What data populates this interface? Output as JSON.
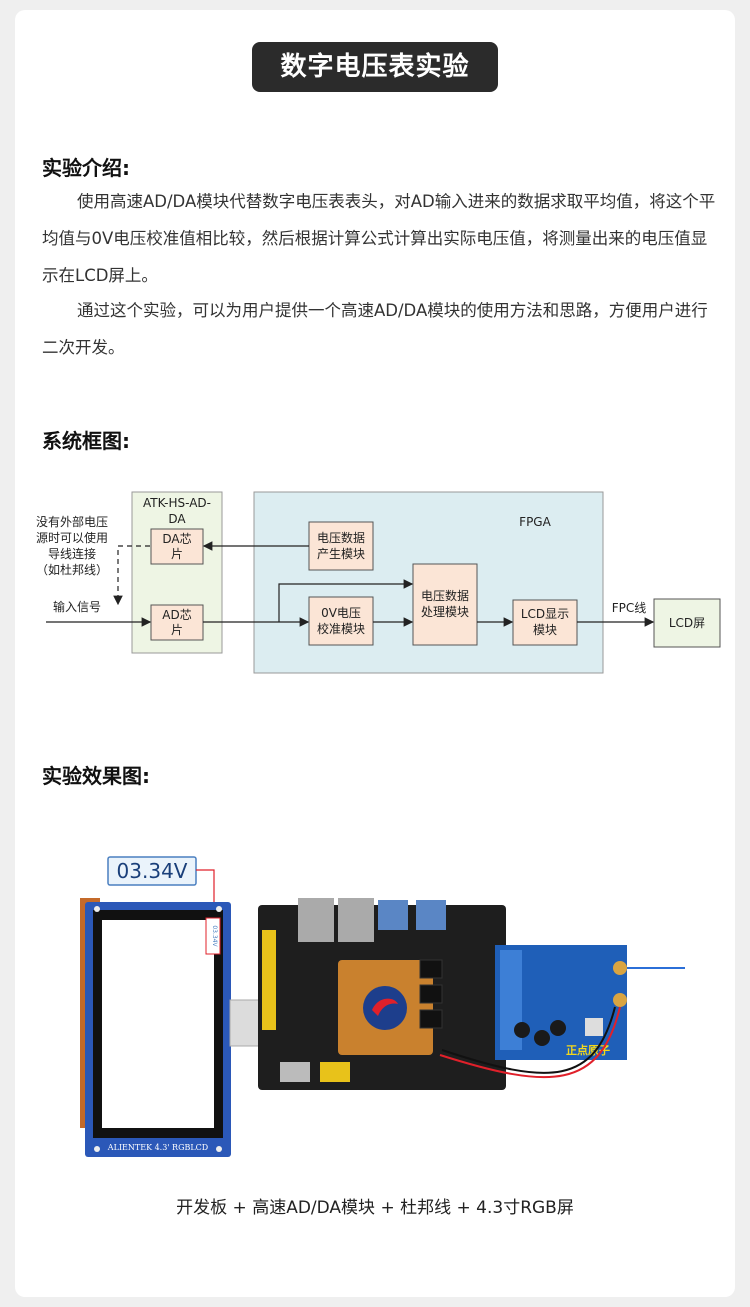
{
  "title": "数字电压表实验",
  "intro": {
    "heading": "实验介绍:",
    "p1": "使用高速AD/DA模块代替数字电压表表头，对AD输入进来的数据求取平均值，将这个平均值与0V电压校准值相比较，然后根据计算公式计算出实际电压值，将测量出来的电压值显示在LCD屏上。",
    "p2": "通过这个实验，可以为用户提供一个高速AD/DA模块的使用方法和思路，方便用户进行二次开发。"
  },
  "system": {
    "heading": "系统框图:",
    "module_title_1": "ATK-HS-AD-",
    "module_title_2": "DA",
    "fpga_label": "FPGA",
    "note_1": "没有外部电压",
    "note_2": "源时可以使用",
    "note_3": "导线连接",
    "note_4": "（如杜邦线）",
    "input_label": "输入信号",
    "da_1": "DA芯",
    "da_2": "片",
    "ad_1": "AD芯",
    "ad_2": "片",
    "gen_1": "电压数据",
    "gen_2": "产生模块",
    "cal_1": "0V电压",
    "cal_2": "校准模块",
    "proc_1": "电压数据",
    "proc_2": "处理模块",
    "lcdm_1": "LCD显示",
    "lcdm_2": "模块",
    "fpc_label": "FPC线",
    "lcd_screen": "LCD屏"
  },
  "result": {
    "heading": "实验效果图:",
    "voltage": "03.34V",
    "lcd_small": "03.34V",
    "lcd_brand": "ALIENTEK  4.3' RGBLCD",
    "adda_brand": "正点原子",
    "caption": "开发板 + 高速AD/DA模块 + 杜邦线 + 4.3寸RGB屏"
  },
  "colors": {
    "module_fill": "#eef5e4",
    "fpga_fill": "#dcedf1",
    "block_fill": "#fbe5d6",
    "accent_red": "#e0202a"
  }
}
